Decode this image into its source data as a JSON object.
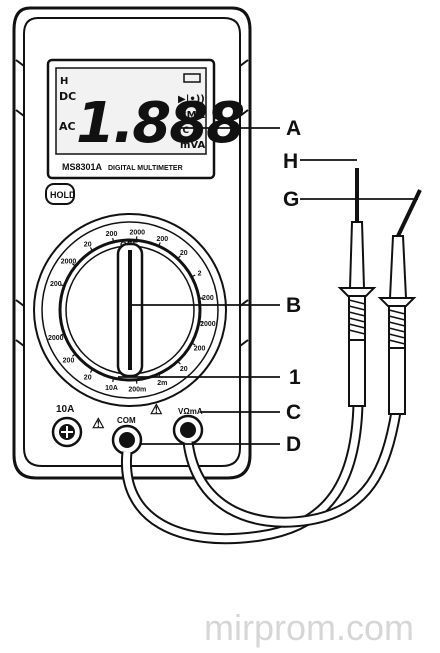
{
  "lcd": {
    "digits": "1.888",
    "dc": "DC",
    "ac": "AC",
    "h": "H",
    "kmohm": "kMΩ",
    "temp": "°C °F",
    "unit": "mVA"
  },
  "model": {
    "code": "MS8301A",
    "name": "DIGITAL MULTIMETER"
  },
  "hold_label": "HOLD",
  "dial": {
    "off": "OFF",
    "scale": [
      "200",
      "2000",
      "20",
      "200",
      "2000",
      "200",
      "20",
      "2",
      "200",
      "2000",
      "200",
      "20",
      "2m",
      "200m",
      "10A",
      "20",
      "200",
      "2000"
    ]
  },
  "jacks": {
    "a10": "10A",
    "com": "COM",
    "vohm": "VΩmA",
    "warn": "⚠"
  },
  "callouts": {
    "A": "A",
    "H": "H",
    "G": "G",
    "B": "B",
    "one": "1",
    "C": "C",
    "D": "D"
  },
  "watermark": "mirprom.com",
  "colors": {
    "ink": "#111111",
    "screen": "#f2f2f2",
    "watermark": "#d6d6d6"
  }
}
